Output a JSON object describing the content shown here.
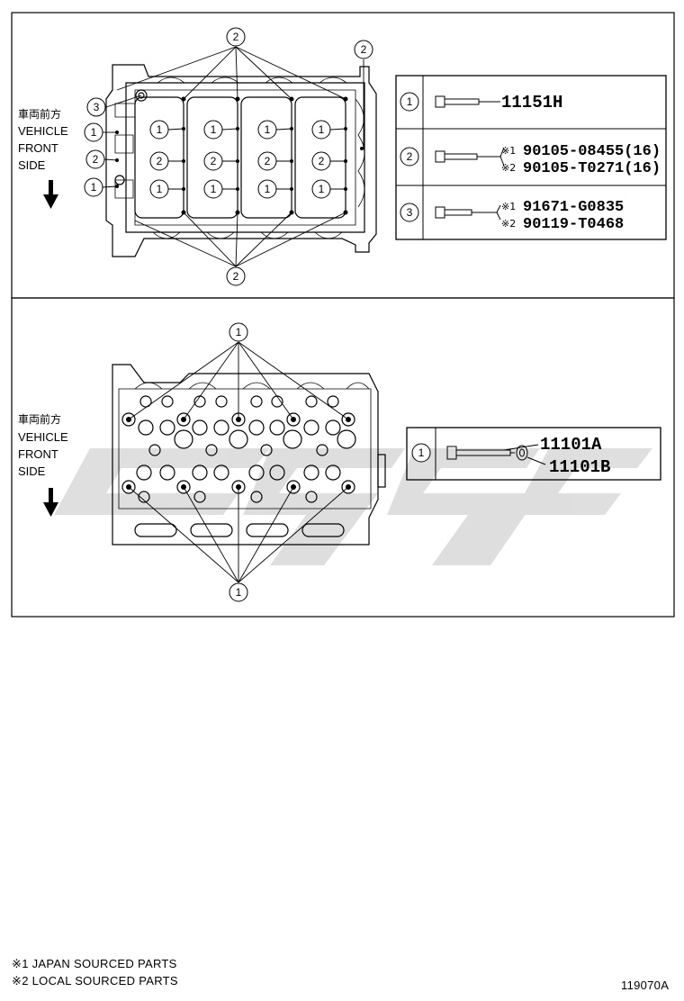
{
  "direction_label": {
    "jp": "車両前方",
    "lines": [
      "VEHICLE",
      "FRONT",
      "SIDE"
    ]
  },
  "upper_panel": {
    "table": [
      {
        "ref": "1",
        "parts": [
          {
            "mark": "",
            "number": "11151H"
          }
        ]
      },
      {
        "ref": "2",
        "parts": [
          {
            "mark": "※1",
            "number": "90105-08455(16)"
          },
          {
            "mark": "※2",
            "number": "90105-T0271(16)"
          }
        ]
      },
      {
        "ref": "3",
        "parts": [
          {
            "mark": "※1",
            "number": "91671-G0835"
          },
          {
            "mark": "※2",
            "number": "90119-T0468"
          }
        ]
      }
    ]
  },
  "lower_panel": {
    "table": [
      {
        "ref": "1",
        "parts": [
          {
            "mark": "",
            "number": "11101A"
          },
          {
            "mark": "",
            "number": "11101B"
          }
        ]
      }
    ]
  },
  "footnotes": [
    "※1 JAPAN SOURCED PARTS",
    "※2 LOCAL SOURCED PARTS"
  ],
  "figure_id": "119070A",
  "colors": {
    "ink": "#000000",
    "watermark": "#d9d9d9",
    "background": "#ffffff"
  }
}
